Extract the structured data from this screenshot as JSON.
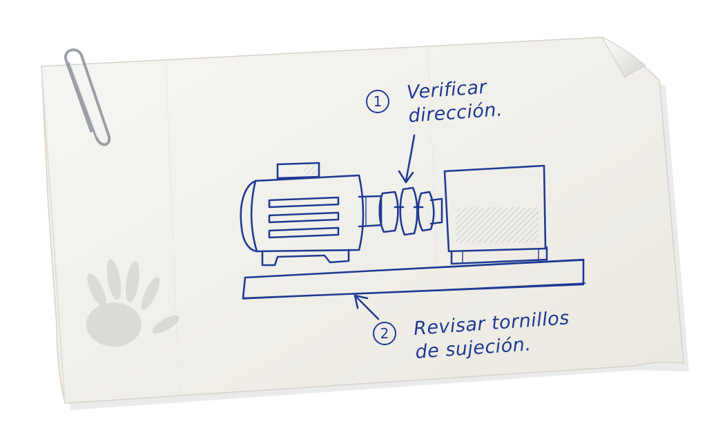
{
  "annotations": [
    {
      "number": "1",
      "lines": [
        "Verificar",
        "dirección."
      ]
    },
    {
      "number": "2",
      "lines": [
        "Revisar tornillos",
        "de sujeción."
      ]
    }
  ],
  "colors": {
    "ink": "#1f3a93",
    "paper": "#f3f1ec",
    "paper_shadow": "#d9d6cf"
  },
  "icons": [
    "paperclip-icon",
    "handprint-smudge"
  ]
}
